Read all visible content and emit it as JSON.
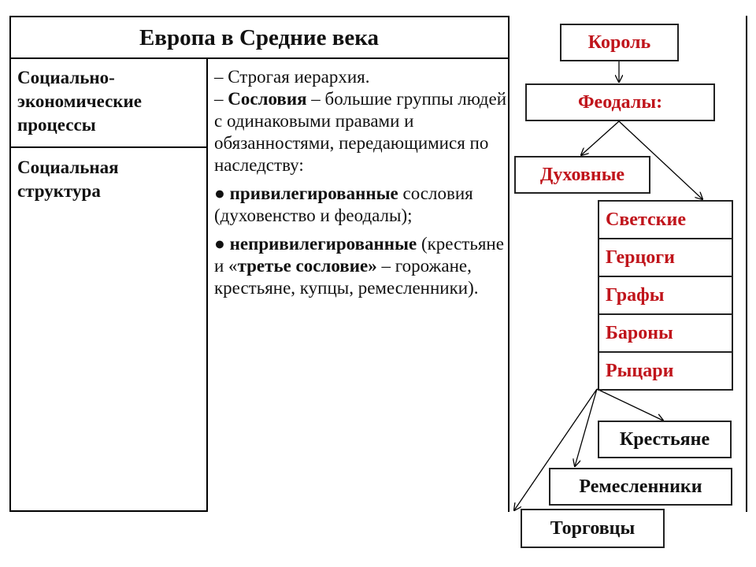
{
  "table": {
    "title": "Европа в Средние века",
    "row1_label": "Социально-\nэкономические\nпроцессы",
    "row2_label": "Социальная\nструктура",
    "content": {
      "p1": "– Строгая иерархия.",
      "p2_dash": "– ",
      "p2_bold": "Сословия",
      "p2_rest": " – большие группы людей с одинаковыми правами и обязанностями, передающимися по наследству:",
      "p3_bullet": "● ",
      "p3_bold": "привилегированные",
      "p3_rest": " сословия (духовенство и феодалы);",
      "p4_bullet": "● ",
      "p4_bold": "непривилегированные",
      "p4_rest1": " (крестьяне и «",
      "p4_bold2": "третье сословие»",
      "p4_rest2": " – горожане, крестьяне, купцы, ремесленники)."
    }
  },
  "diagram": {
    "king": "Король",
    "feudals": "Феодалы:",
    "clergy": "Духовные",
    "secular": [
      "Светские",
      "Герцоги",
      "Графы",
      "Бароны",
      "Рыцари"
    ],
    "peasants": "Крестьяне",
    "artisans": "Ремесленники",
    "traders": "Торговцы"
  },
  "colors": {
    "accent_red": "#c0141b",
    "text": "#111111",
    "line": "#000000"
  }
}
